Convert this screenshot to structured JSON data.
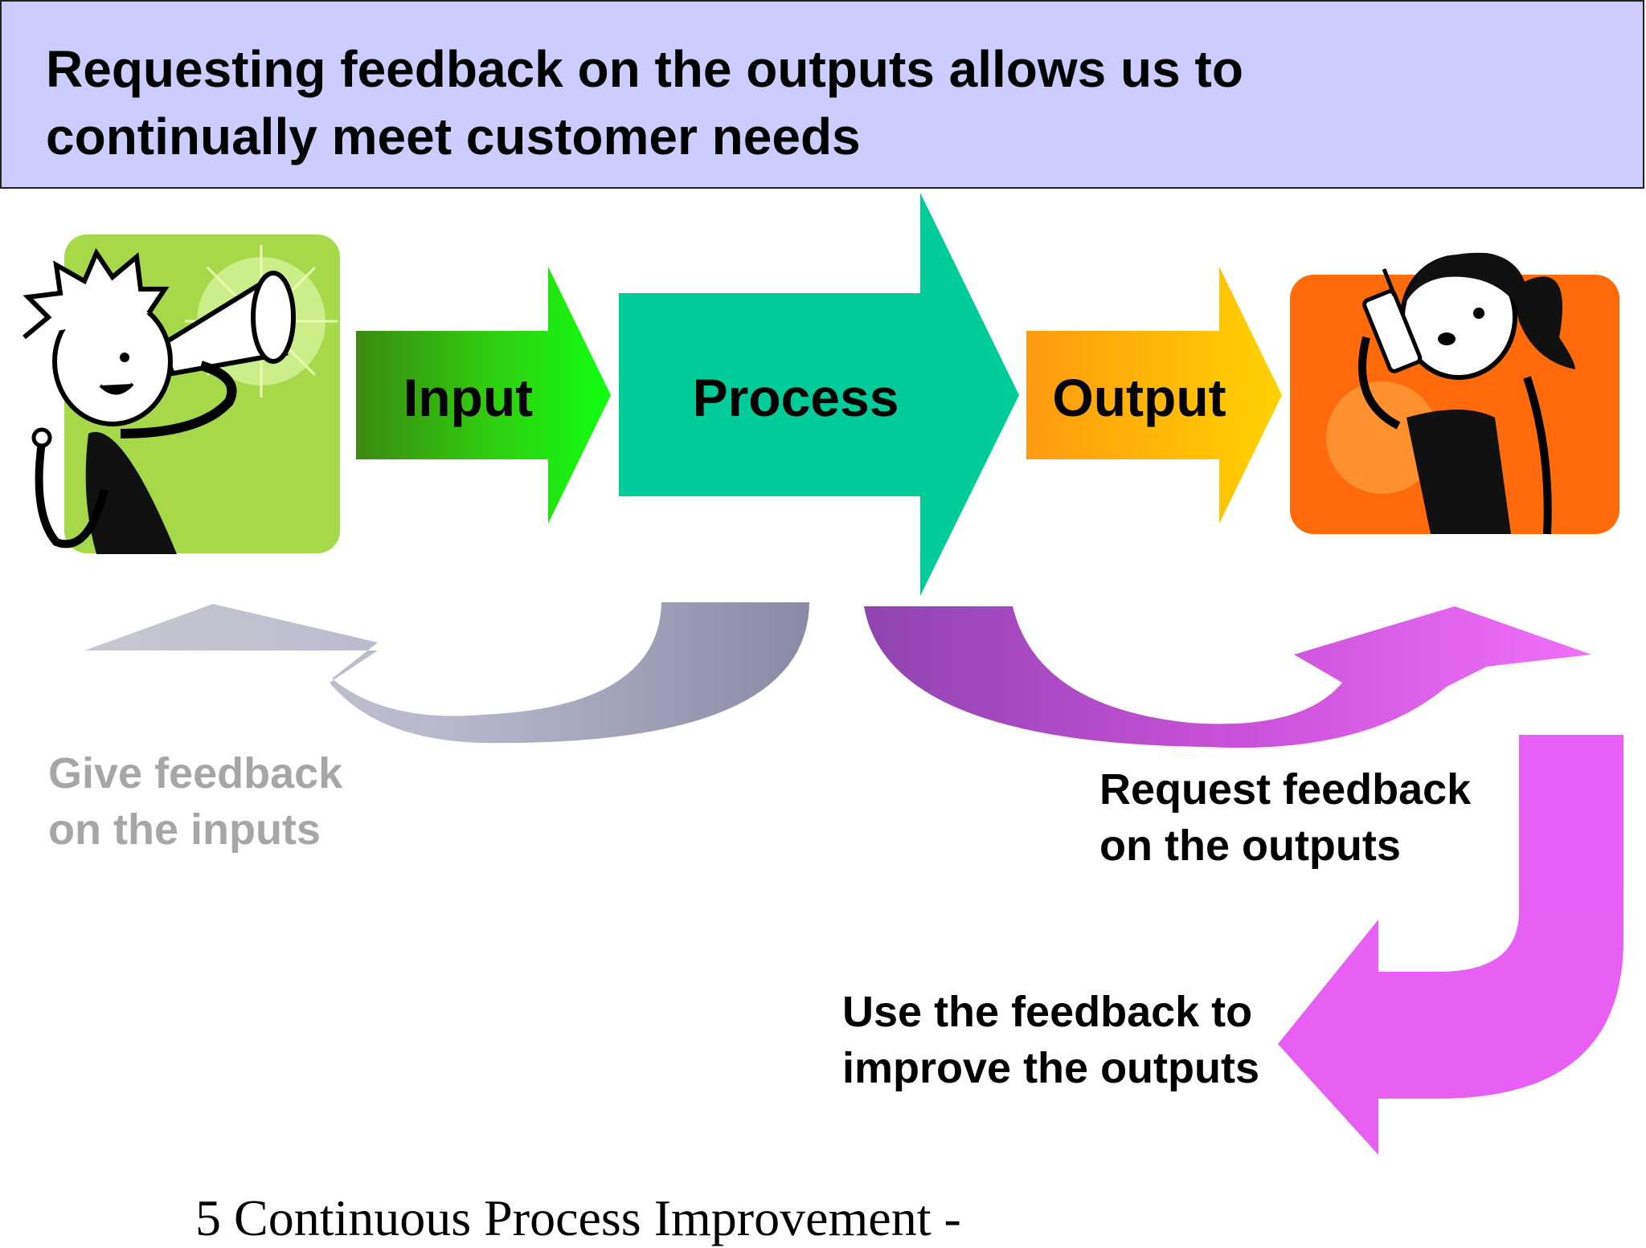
{
  "header": {
    "title_line1": "Requesting feedback on the outputs allows us to",
    "title_line2": "continually meet customer needs"
  },
  "flow": {
    "input_label": "Input",
    "process_label": "Process",
    "output_label": "Output"
  },
  "feedback": {
    "give_line1": "Give feedback",
    "give_line2": "on the inputs",
    "request_line1": "Request feedback",
    "request_line2": "on the outputs",
    "use_line1": "Use the feedback to",
    "use_line2": "improve the outputs"
  },
  "footer": {
    "text": "5 Continuous Process Improvement -"
  },
  "icons": {
    "supplier": "man-megaphone-icon",
    "customer": "woman-phone-icon"
  },
  "colors": {
    "header_bg": "#ccccff",
    "input_arrow": "#1ee61e",
    "process_arrow": "#00cc99",
    "output_arrow": "#ffb400",
    "give_feedback": "#a0a0a0",
    "request_feedback": "#e85cf0"
  }
}
